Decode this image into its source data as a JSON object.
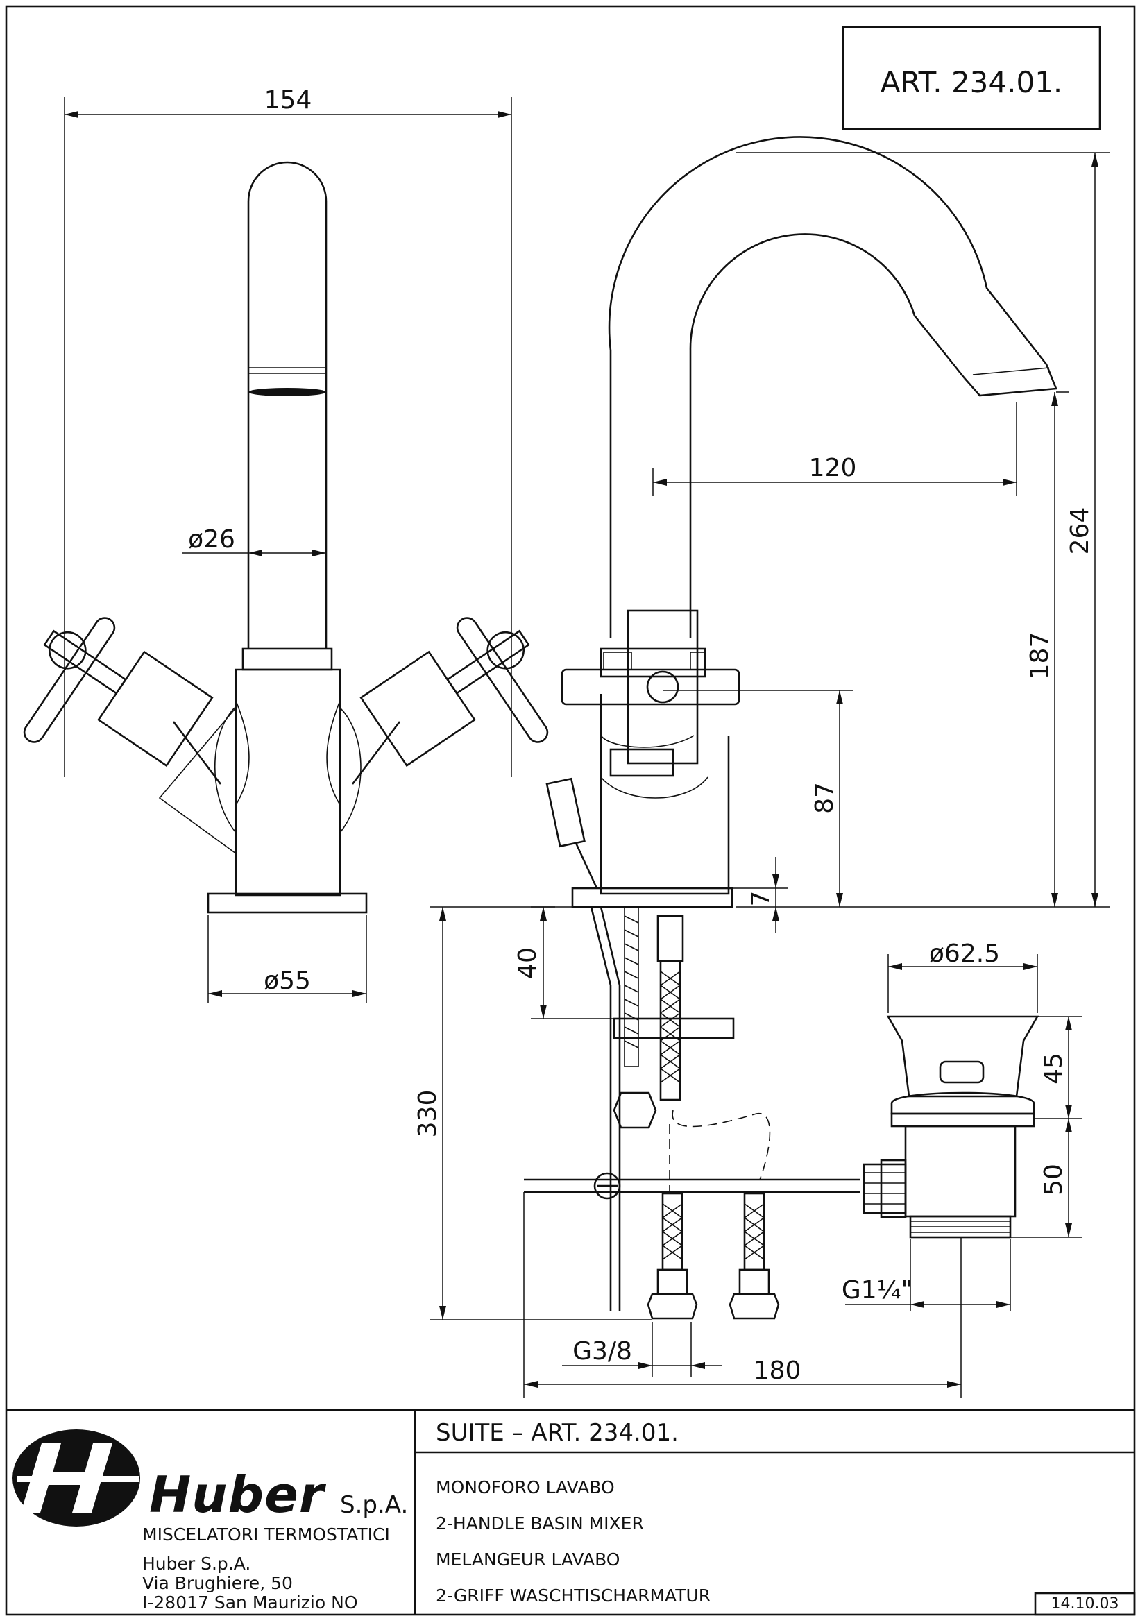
{
  "header": {
    "article_label": "ART.  234.01."
  },
  "dimensions": {
    "width_154": "154",
    "dia_26": "ø26",
    "dia_55": "ø55",
    "reach_120": "120",
    "height_264": "264",
    "height_187": "187",
    "height_87": "87",
    "base_7": "7",
    "depth_40": "40",
    "depth_330": "330",
    "dia_62_5": "ø62.5",
    "drain_45": "45",
    "drain_50": "50",
    "thread_g114": "G1¼\"",
    "thread_g38": "G3/8",
    "offset_180": "180"
  },
  "title_block": {
    "company_name": "Huber",
    "company_suffix": "S.p.A.",
    "company_tagline": "MISCELATORI TERMOSTATICI",
    "address_line1": "Huber S.p.A.",
    "address_line2": "Via Brughiere, 50",
    "address_line3": "I-28017 San Maurizio NO",
    "product_title": "SUITE  –  ART.  234.01.",
    "desc_it": "MONOFORO LAVABO",
    "desc_en": "2-HANDLE BASIN MIXER",
    "desc_fr": "MELANGEUR LAVABO",
    "desc_de": "2-GRIFF WASCHTISCHARMATUR",
    "date": "14.10.03"
  }
}
